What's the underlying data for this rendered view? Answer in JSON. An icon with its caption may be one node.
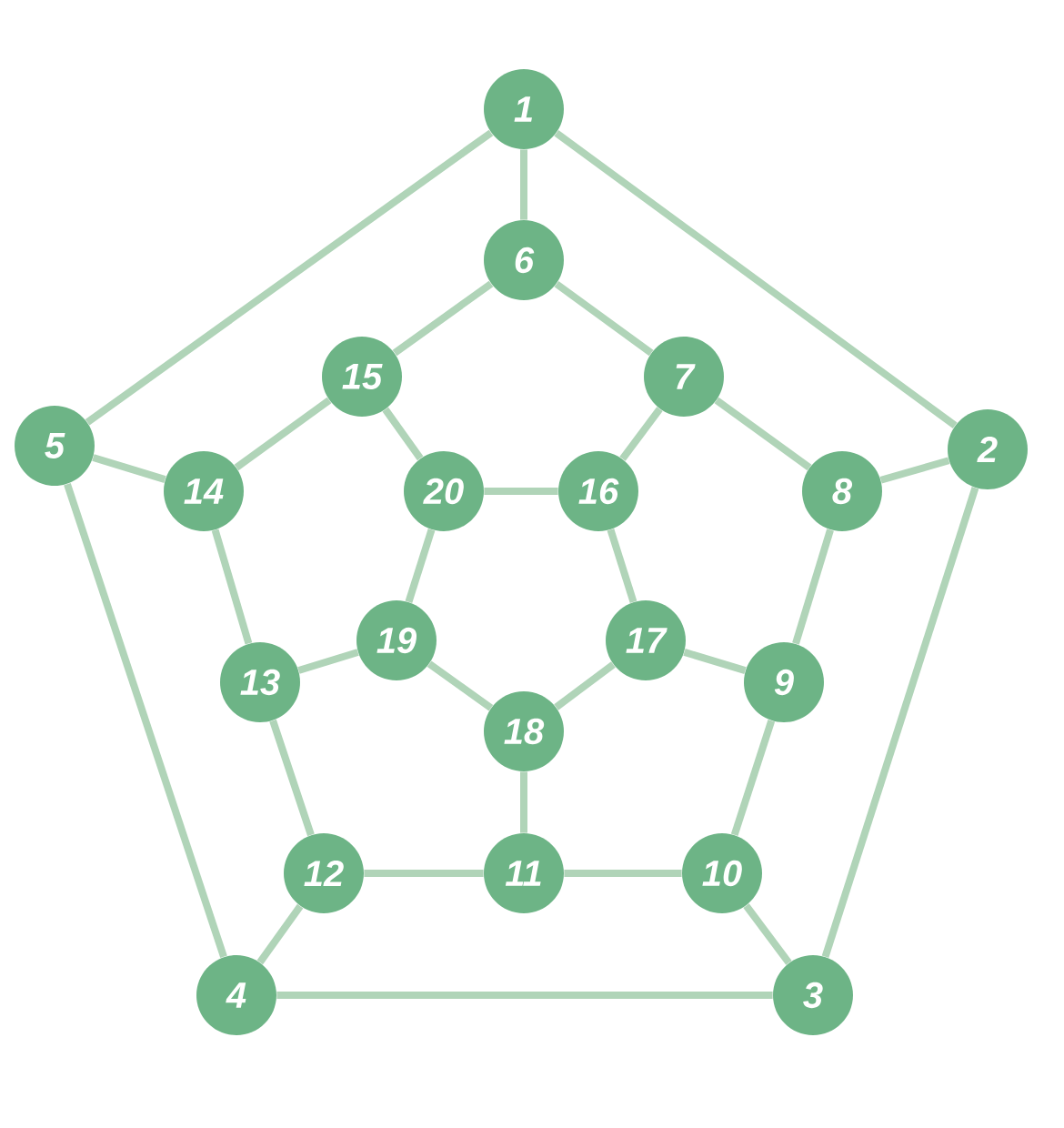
{
  "diagram": {
    "nodes": [
      {
        "text": [
          "1"
        ]
      },
      {
        "text": [
          "2"
        ]
      },
      {
        "text": [
          "3"
        ]
      },
      {
        "text": [
          "4"
        ]
      },
      {
        "text": [
          "5"
        ]
      },
      {
        "text": [
          "6"
        ]
      },
      {
        "text": [
          "7"
        ]
      },
      {
        "text": [
          "8"
        ]
      },
      {
        "text": [
          "9"
        ]
      },
      {
        "text": [
          "10"
        ]
      },
      {
        "text": [
          "11"
        ]
      },
      {
        "text": [
          "12"
        ]
      },
      {
        "text": [
          "13"
        ]
      },
      {
        "text": [
          "14"
        ]
      },
      {
        "text": [
          "15"
        ]
      },
      {
        "text": [
          "16"
        ]
      },
      {
        "text": [
          "17"
        ]
      },
      {
        "text": [
          "18"
        ]
      },
      {
        "text": [
          "19"
        ]
      },
      {
        "text": [
          "20"
        ]
      }
    ],
    "edges": [
      {
        "from": 0,
        "to": 1,
        "arrow": "none"
      },
      {
        "from": 1,
        "to": 2,
        "arrow": "none"
      },
      {
        "from": 2,
        "to": 3,
        "arrow": "none"
      },
      {
        "from": 3,
        "to": 4,
        "arrow": "none"
      },
      {
        "from": 4,
        "to": 0,
        "arrow": "none"
      },
      {
        "from": 0,
        "to": 5,
        "arrow": "none"
      },
      {
        "from": 1,
        "to": 7,
        "arrow": "none"
      },
      {
        "from": 2,
        "to": 9,
        "arrow": "none"
      },
      {
        "from": 3,
        "to": 11,
        "arrow": "none"
      },
      {
        "from": 4,
        "to": 13,
        "arrow": "none"
      },
      {
        "from": 5,
        "to": 6,
        "arrow": "none"
      },
      {
        "from": 6,
        "to": 7,
        "arrow": "none"
      },
      {
        "from": 7,
        "to": 8,
        "arrow": "none"
      },
      {
        "from": 8,
        "to": 9,
        "arrow": "none"
      },
      {
        "from": 9,
        "to": 10,
        "arrow": "none"
      },
      {
        "from": 10,
        "to": 11,
        "arrow": "none"
      },
      {
        "from": 11,
        "to": 12,
        "arrow": "none"
      },
      {
        "from": 12,
        "to": 13,
        "arrow": "none"
      },
      {
        "from": 13,
        "to": 14,
        "arrow": "none"
      },
      {
        "from": 14,
        "to": 5,
        "arrow": "none"
      },
      {
        "from": 6,
        "to": 15,
        "arrow": "none"
      },
      {
        "from": 8,
        "to": 16,
        "arrow": "none"
      },
      {
        "from": 10,
        "to": 17,
        "arrow": "none"
      },
      {
        "from": 12,
        "to": 18,
        "arrow": "none"
      },
      {
        "from": 14,
        "to": 19,
        "arrow": "none"
      },
      {
        "from": 15,
        "to": 16,
        "arrow": "none"
      },
      {
        "from": 16,
        "to": 17,
        "arrow": "none"
      },
      {
        "from": 17,
        "to": 18,
        "arrow": "none"
      },
      {
        "from": 18,
        "to": 19,
        "arrow": "none"
      },
      {
        "from": 19,
        "to": 15,
        "arrow": "none"
      }
    ]
  }
}
